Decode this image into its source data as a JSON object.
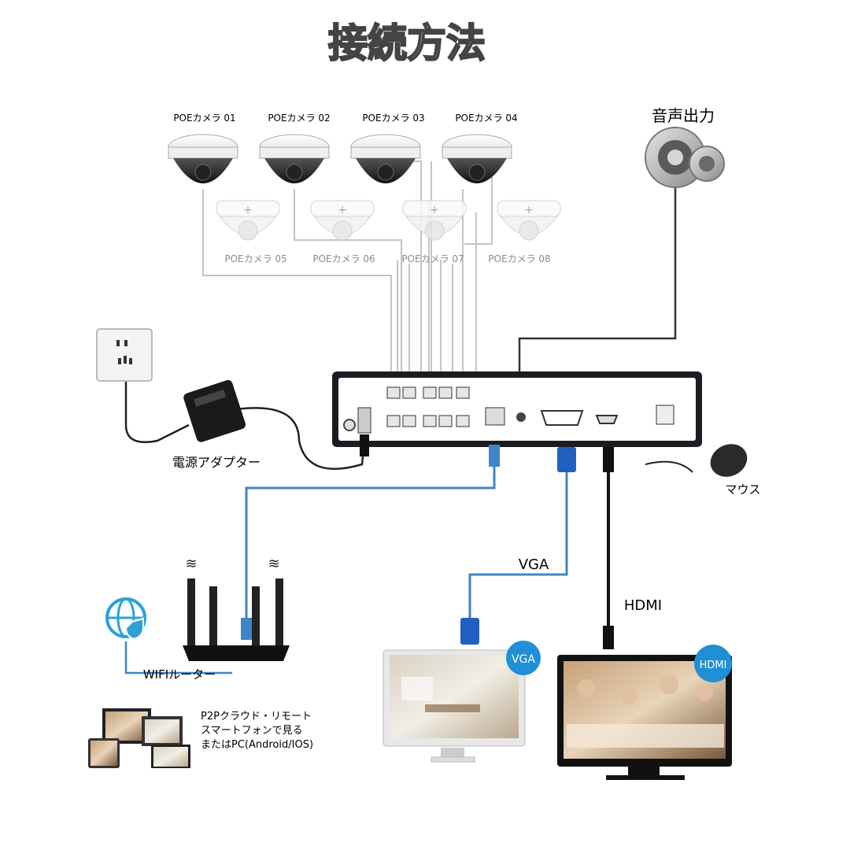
{
  "title": "接続方法",
  "cameras": {
    "top": [
      "POEカメラ 01",
      "POEカメラ 02",
      "POEカメラ 03",
      "POEカメラ 04"
    ],
    "bottom": [
      "POEカメラ 05",
      "POEカメラ 06",
      "POEカメラ 07",
      "POEカメラ 08"
    ]
  },
  "audio_output": "音声出力",
  "power_adapter": "電源アダプター",
  "mouse": "マウス",
  "vga_cable": "VGA",
  "hdmi_cable": "HDMI",
  "vga_badge": "VGA",
  "hdmi_badge": "HDMI",
  "router": "WIFIルーター",
  "remote": {
    "line1": "P2Pクラウド・リモート",
    "line2": "スマートフォンで見る",
    "line3": "またはPC(Android/IOS)"
  },
  "colors": {
    "network_cable": "#3f86c6",
    "vga_connector": "#2060c0",
    "wire": "#bdbdbd",
    "hdmi_badge": "#1f8fd6",
    "vga_badge": "#1f8fd6"
  }
}
